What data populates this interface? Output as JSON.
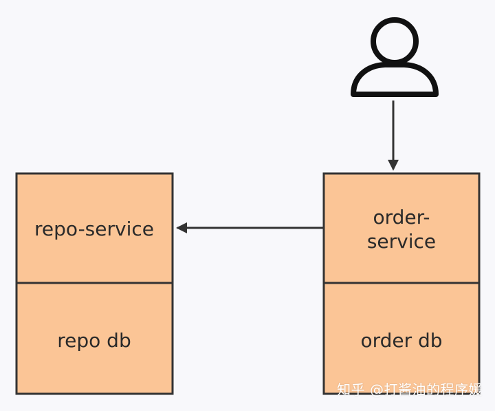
{
  "diagram": {
    "nodes": {
      "repo_service": {
        "label": "repo-service"
      },
      "repo_db": {
        "label": "repo db"
      },
      "order_service": {
        "label_line1": "order-",
        "label_line2": "service"
      },
      "order_db": {
        "label": "order db"
      }
    },
    "colors": {
      "box_fill": "#fbc596",
      "stroke": "#333333",
      "background": "#f8f8fb"
    },
    "icons": {
      "user": "user-icon"
    }
  },
  "watermark": {
    "text": "知乎 @打酱油的程序媛"
  }
}
